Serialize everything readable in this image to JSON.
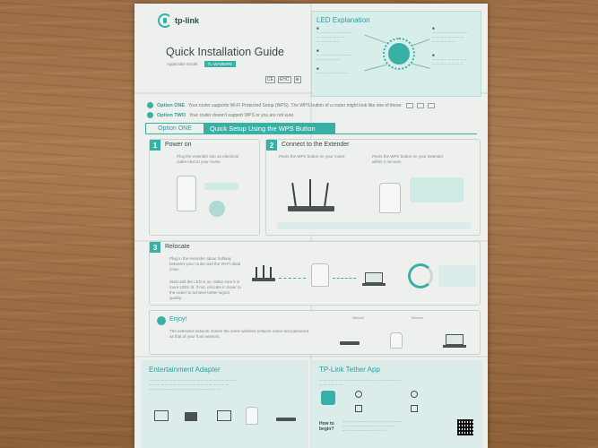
{
  "header": {
    "brand": "tp-link",
    "title": "Quick Installation Guide",
    "applicable_label": "Applicable Model:",
    "model": "TL-WA855RE"
  },
  "led": {
    "title": "LED Explanation"
  },
  "options": {
    "one_label": "Option ONE",
    "one_desc": "Your router supports Wi-Fi Protected Setup (WPS). The WPS button of a router might look like one of these:",
    "two_label": "Option TWO",
    "two_desc": "Your router doesn't support WPS or you are not sure."
  },
  "option_bar": {
    "label": "Option ONE",
    "title": "Quick Setup Using the WPS Button"
  },
  "steps": [
    {
      "num": "1",
      "title": "Power on",
      "desc": "Plug the extender into an electrical outlet next to your router."
    },
    {
      "num": "2",
      "title": "Connect to the Extender",
      "sub1": "Press the WPS button on your router.",
      "sub2": "Press the WPS button on your extender within 2 minutes."
    },
    {
      "num": "3",
      "title": "Relocate",
      "desc1": "Plug in the extender about halfway between your router and the Wi-Fi dead zone.",
      "desc2": "Wait until the LED is on. Make sure it is more LEDs lit. If not, relocate it closer to the router to achieve better signal quality."
    }
  ],
  "enjoy": {
    "title": "Enjoy!",
    "desc": "The extended network shares the same wireless network name and password as that of your host network.",
    "label1": "Network",
    "label2": "Network"
  },
  "bottom": {
    "left_title": "Entertainment Adapter",
    "right_title": "TP-Link Tether App",
    "how_to": "How to begin?"
  }
}
